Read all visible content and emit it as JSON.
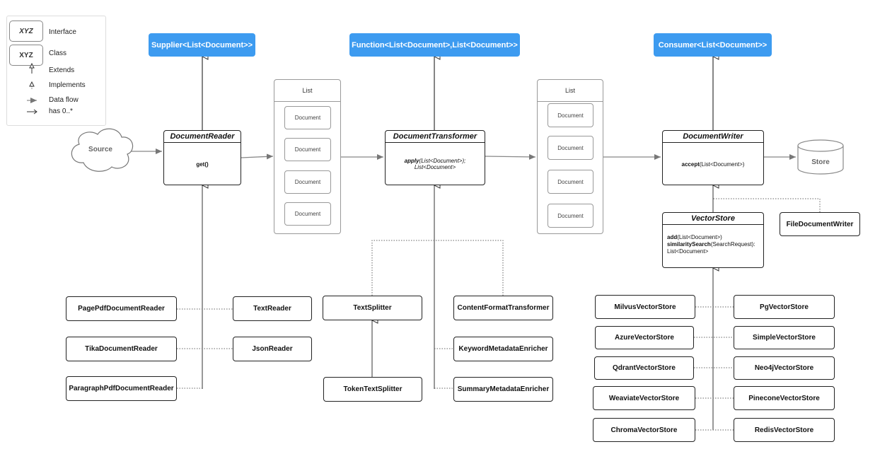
{
  "legend": {
    "interface_sample": "XYZ",
    "interface_label": "Interface",
    "class_sample": "XYZ",
    "class_label": "Class",
    "extends_label": "Extends",
    "implements_label": "Implements",
    "dataflow_label": "Data flow",
    "has_label": "has 0..*"
  },
  "interfaces": {
    "supplier": "Supplier<List<Document>>",
    "function": "Function<List<Document>,List<Document>>",
    "consumer": "Consumer<List<Document>>"
  },
  "source": "Source",
  "store": "Store",
  "document_reader": {
    "title": "DocumentReader",
    "method": "get()"
  },
  "document_transformer": {
    "title": "DocumentTransformer",
    "method_name": "apply",
    "method_rest": "(List<Document>);",
    "method_return": "List<Document>"
  },
  "document_writer": {
    "title": "DocumentWriter",
    "method_name": "accept",
    "method_rest": "(List<Document>)"
  },
  "vector_store": {
    "title": "VectorStore",
    "m1_name": "add",
    "m1_rest": "(List<Document>)",
    "m2_name": "similaritySearch",
    "m2_rest": "(SearchRequest):",
    "m2_return": "List<Document>"
  },
  "list_left": {
    "title": "List",
    "items": [
      "Document",
      "Document",
      "Document",
      "Document"
    ]
  },
  "list_right": {
    "title": "List",
    "items": [
      "Document",
      "Document",
      "Document",
      "Document"
    ]
  },
  "file_document_writer": "FileDocumentWriter",
  "readers": {
    "page_pdf": "PagePdfDocumentReader",
    "tika": "TikaDocumentReader",
    "paragraph_pdf": "ParagraphPdfDocumentReader",
    "text": "TextReader",
    "json": "JsonReader"
  },
  "transformers": {
    "text_splitter": "TextSplitter",
    "token_text_splitter": "TokenTextSplitter",
    "content_format": "ContentFormatTransformer",
    "keyword_metadata": "KeywordMetadataEnricher",
    "summary_metadata": "SummaryMetadataEnricher"
  },
  "stores": {
    "milvus": "MilvusVectorStore",
    "azure": "AzureVectorStore",
    "qdrant": "QdrantVectorStore",
    "weaviate": "WeaviateVectorStore",
    "chroma": "ChromaVectorStore",
    "pg": "PgVectorStore",
    "simple": "SimpleVectorStore",
    "neo4j": "Neo4jVectorStore",
    "pinecone": "PineconeVectorStore",
    "redis": "RedisVectorStore"
  },
  "colors": {
    "interface_fill": "#3d9bf0",
    "line": "#333333",
    "dotted": "#666666"
  }
}
